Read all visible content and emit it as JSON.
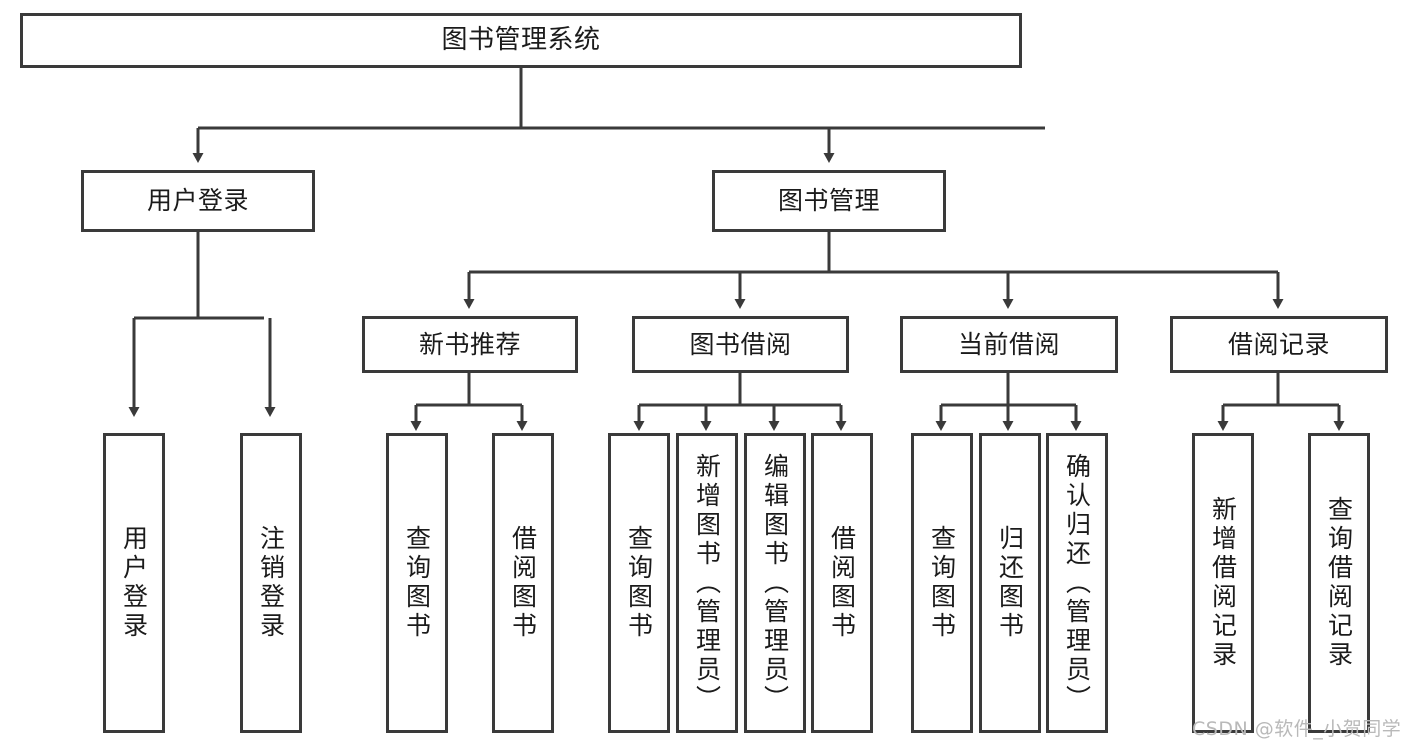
{
  "diagram": {
    "title": "图书管理系统",
    "type": "tree-hierarchy-diagram",
    "root": {
      "id": "root",
      "label": "图书管理系统"
    },
    "level2": [
      {
        "id": "user-login",
        "label": "用户登录"
      },
      {
        "id": "book-management",
        "label": "图书管理"
      }
    ],
    "level3": [
      {
        "id": "new-book-recommend",
        "label": "新书推荐",
        "parent": "book-management"
      },
      {
        "id": "book-borrow",
        "label": "图书借阅",
        "parent": "book-management"
      },
      {
        "id": "current-borrow",
        "label": "当前借阅",
        "parent": "book-management"
      },
      {
        "id": "borrow-record",
        "label": "借阅记录",
        "parent": "book-management"
      }
    ],
    "leaves": {
      "user_login": [
        {
          "id": "leaf-user-login",
          "label": "用户登录"
        },
        {
          "id": "leaf-user-logout",
          "label": "注销登录"
        }
      ],
      "new_book_recommend": [
        {
          "id": "leaf-query-book-1",
          "label": "查询图书"
        },
        {
          "id": "leaf-borrow-book-1",
          "label": "借阅图书"
        }
      ],
      "book_borrow": [
        {
          "id": "leaf-query-book-2",
          "label": "查询图书"
        },
        {
          "id": "leaf-add-book",
          "label": "新增图书（管理员）"
        },
        {
          "id": "leaf-edit-book",
          "label": "编辑图书（管理员）"
        },
        {
          "id": "leaf-borrow-book-2",
          "label": "借阅图书"
        }
      ],
      "current_borrow": [
        {
          "id": "leaf-query-book-3",
          "label": "查询图书"
        },
        {
          "id": "leaf-return-book",
          "label": "归还图书"
        },
        {
          "id": "leaf-confirm-return",
          "label": "确认归还（管理员）"
        }
      ],
      "borrow_record": [
        {
          "id": "leaf-add-borrow-record",
          "label": "新增借阅记录"
        },
        {
          "id": "leaf-query-borrow-record",
          "label": "查询借阅记录"
        }
      ]
    },
    "colors": {
      "stroke": "#3a3a3a",
      "fill": "#ffffff",
      "text": "#1b1b1b",
      "watermark": "#b9b9b9"
    }
  },
  "watermark": {
    "text": "CSDN @软件_小贺同学"
  }
}
